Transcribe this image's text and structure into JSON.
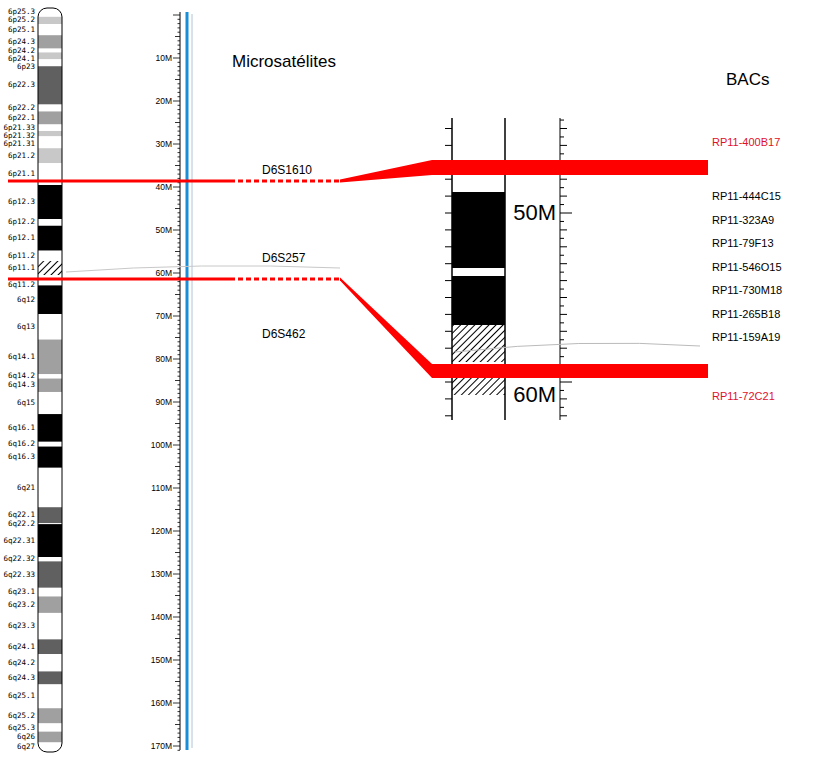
{
  "diagram": {
    "labels": [
      "6p25.3",
      "6p25.2",
      "6p25.1",
      "6p24.3",
      "6p24.2",
      "6p24.1",
      "6p23",
      "6p22.3",
      "6p22.2",
      "6p22.1",
      "6p21.33",
      "6p21.32",
      "6p21.31",
      "6p21.2",
      "6p21.1",
      "6p12.3",
      "6p12.2",
      "6p12.1",
      "6p11.2",
      "6p11.1",
      "6q11.2",
      "6q12",
      "6q13",
      "6q14.1",
      "6q14.2",
      "6q14.3",
      "6q15",
      "6q16.1",
      "6q16.2",
      "6q16.3",
      "6q21",
      "6q22.1",
      "6q22.2",
      "6q22.31",
      "6q22.32",
      "6q22.33",
      "6q23.1",
      "6q23.2",
      "6q23.3",
      "6q24.1",
      "6q24.2",
      "6q24.3",
      "6q25.1",
      "6q25.2",
      "6q25.3",
      "6q26",
      "6q27",
      "10M",
      "20M",
      "30M",
      "40M",
      "50M",
      "60M",
      "70M",
      "80M",
      "90M",
      "100M",
      "110M",
      "120M",
      "130M",
      "140M",
      "150M",
      "160M",
      "170M",
      "Microsatélites",
      "D6S1610",
      "D6S257",
      "D6S462",
      "50M",
      "60M",
      "BACs",
      "RP11-400B17",
      "RP11-444C15",
      "RP11-323A9",
      "RP11-79F13",
      "RP11-546O15",
      "RP11-730M18",
      "RP11-265B18",
      "RP11-159A19",
      "RP11-72C21"
    ]
  }
}
